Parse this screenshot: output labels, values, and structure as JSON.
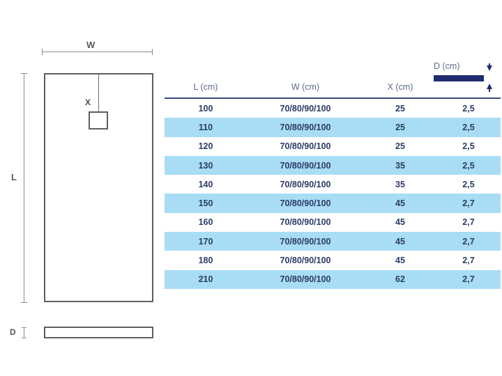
{
  "drawing": {
    "width_label": "W",
    "length_label": "L",
    "drain_offset_label": "X",
    "depth_label": "D",
    "tray_shape": "rectangular-shower-tray",
    "side_view_shape": "thin-profile-bar",
    "drain_shape": "square-drain-outline",
    "line_color": "#5e5e5e",
    "dimension_color": "#8c8c8c"
  },
  "table": {
    "depth_indicator": {
      "label": "D (cm)",
      "bar_color": "#1f2d6e",
      "arrow_down_icon": "arrow-down-icon",
      "arrow_up_icon": "arrow-up-icon"
    },
    "header_color": "#5c6b8a",
    "rule_color": "#3b4a7e",
    "stripe_color": "#a9dcf5",
    "value_color": "#2a3b66",
    "columns": [
      "L (cm)",
      "W (cm)",
      "X (cm)",
      ""
    ],
    "rows": [
      {
        "l": "100",
        "w": "70/80/90/100",
        "x": "25",
        "d": "2,5",
        "striped": false
      },
      {
        "l": "110",
        "w": "70/80/90/100",
        "x": "25",
        "d": "2,5",
        "striped": true
      },
      {
        "l": "120",
        "w": "70/80/90/100",
        "x": "25",
        "d": "2,5",
        "striped": false
      },
      {
        "l": "130",
        "w": "70/80/90/100",
        "x": "35",
        "d": "2,5",
        "striped": true
      },
      {
        "l": "140",
        "w": "70/80/90/100",
        "x": "35",
        "d": "2,5",
        "striped": false
      },
      {
        "l": "150",
        "w": "70/80/90/100",
        "x": "45",
        "d": "2,7",
        "striped": true
      },
      {
        "l": "160",
        "w": "70/80/90/100",
        "x": "45",
        "d": "2,7",
        "striped": false
      },
      {
        "l": "170",
        "w": "70/80/90/100",
        "x": "45",
        "d": "2,7",
        "striped": true
      },
      {
        "l": "180",
        "w": "70/80/90/100",
        "x": "45",
        "d": "2,7",
        "striped": false
      },
      {
        "l": "210",
        "w": "70/80/90/100",
        "x": "62",
        "d": "2,7",
        "striped": true
      }
    ]
  }
}
